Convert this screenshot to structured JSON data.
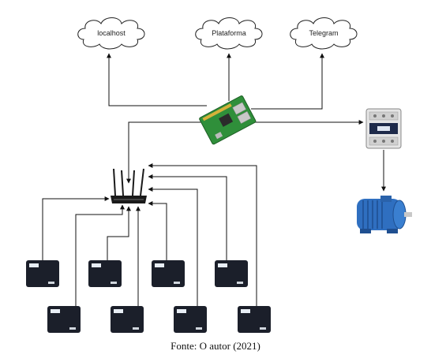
{
  "clouds": [
    {
      "label": "localhost"
    },
    {
      "label": "Plataforma"
    },
    {
      "label": "Telegram"
    }
  ],
  "caption": "Fonte: O autor (2021)",
  "icons": {
    "controller": "raspberry-pi-board-icon",
    "router": "wifi-router-icon",
    "contactor": "contactor-icon",
    "motor": "electric-motor-icon",
    "sensor": "sensor-box-icon"
  },
  "colors": {
    "pcb": "#2f8f3a",
    "motor": "#2f6fc0",
    "sensor_box": "#1b1f2a",
    "router": "#1a1a1a"
  }
}
